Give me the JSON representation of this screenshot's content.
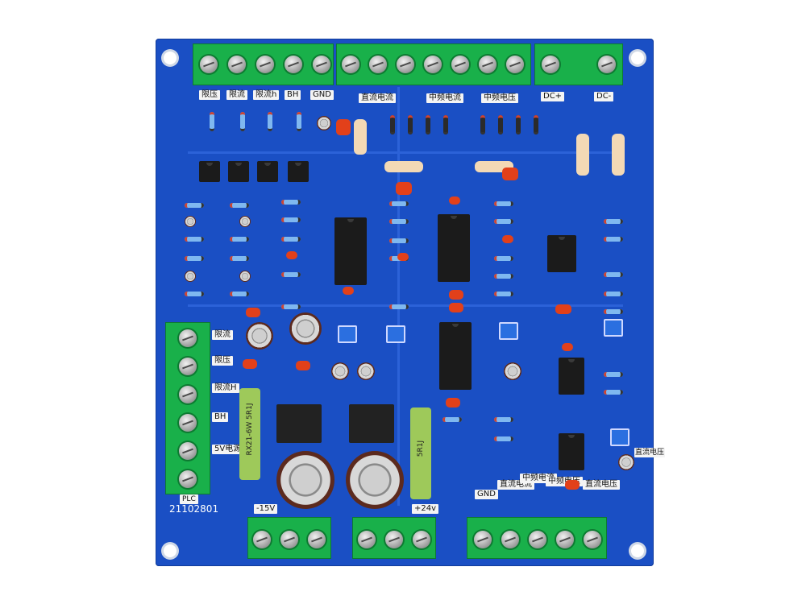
{
  "board": {
    "color": "#1a4fc4",
    "terminal_color": "#19b04a",
    "top_labels": [
      "限压",
      "限流",
      "限流h",
      "BH",
      "GND",
      "直流电流",
      "中频电流",
      "中频电压",
      "DC+",
      "DC-"
    ],
    "left_labels": [
      "限流",
      "限压",
      "限流H",
      "BH",
      "5V电源"
    ],
    "bottom_labels": [
      "-15V",
      "+24v",
      "GND",
      "直流电流",
      "中频电流",
      "中频电压",
      "直流电压"
    ],
    "side_label": "直流电压",
    "silkscreen_code": "21102801",
    "resistor_marking": "RX21-6W 5R1J",
    "resistor_marking_2": "5R1J",
    "tag": "PLC"
  }
}
